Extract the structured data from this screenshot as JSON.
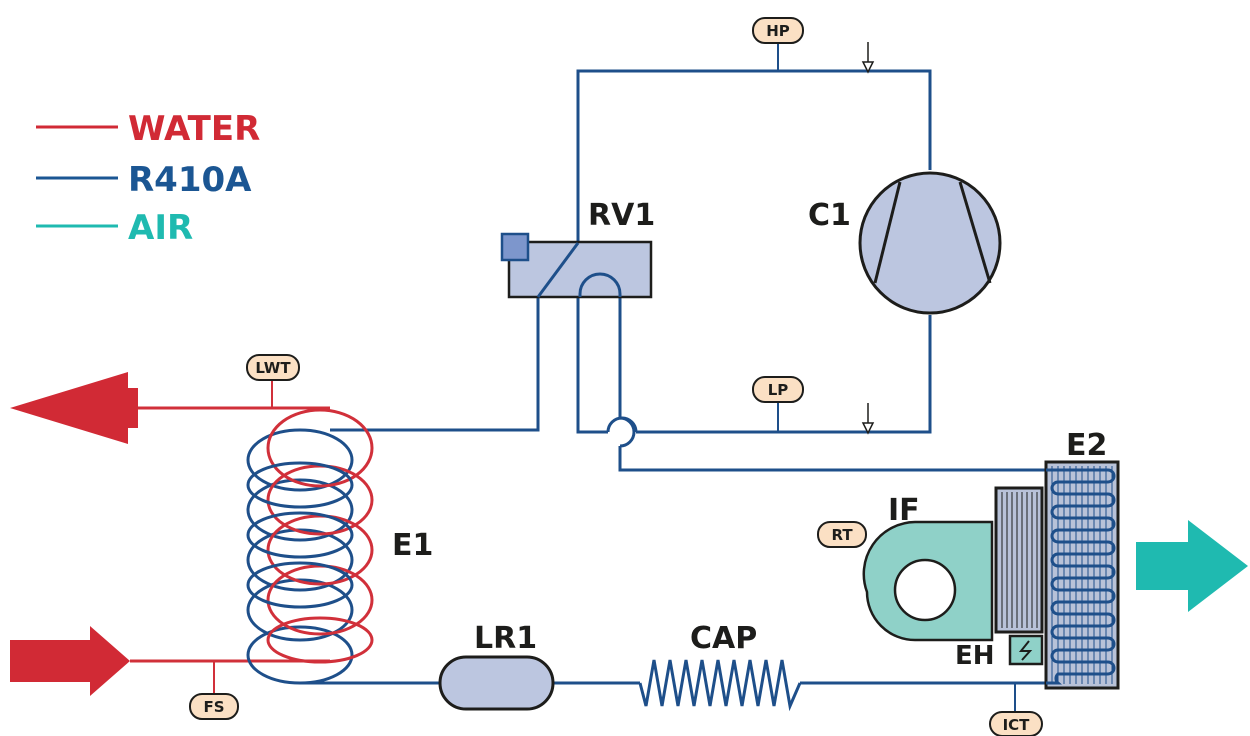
{
  "legend": [
    {
      "label": "WATER",
      "color": "#d12a35"
    },
    {
      "label": "R410A",
      "color": "#1b5693"
    },
    {
      "label": "AIR",
      "color": "#1fbab0"
    }
  ],
  "components": {
    "rv1": "RV1",
    "c1": "C1",
    "e1": "E1",
    "e2": "E2",
    "if_fan": "IF",
    "eh": "EH",
    "lr1": "LR1",
    "cap": "CAP"
  },
  "sensors": {
    "hp": "HP",
    "lp": "LP",
    "lwt": "LWT",
    "fs": "FS",
    "rt": "RT",
    "ict": "ICT"
  },
  "colors": {
    "water": "#d1303a",
    "refrigerant": "#1e4f8a",
    "air": "#1fbab0",
    "component_fill": "#bcc6e0",
    "fan_fill": "#8fd1c8",
    "tag_fill": "#fbe0c4"
  }
}
